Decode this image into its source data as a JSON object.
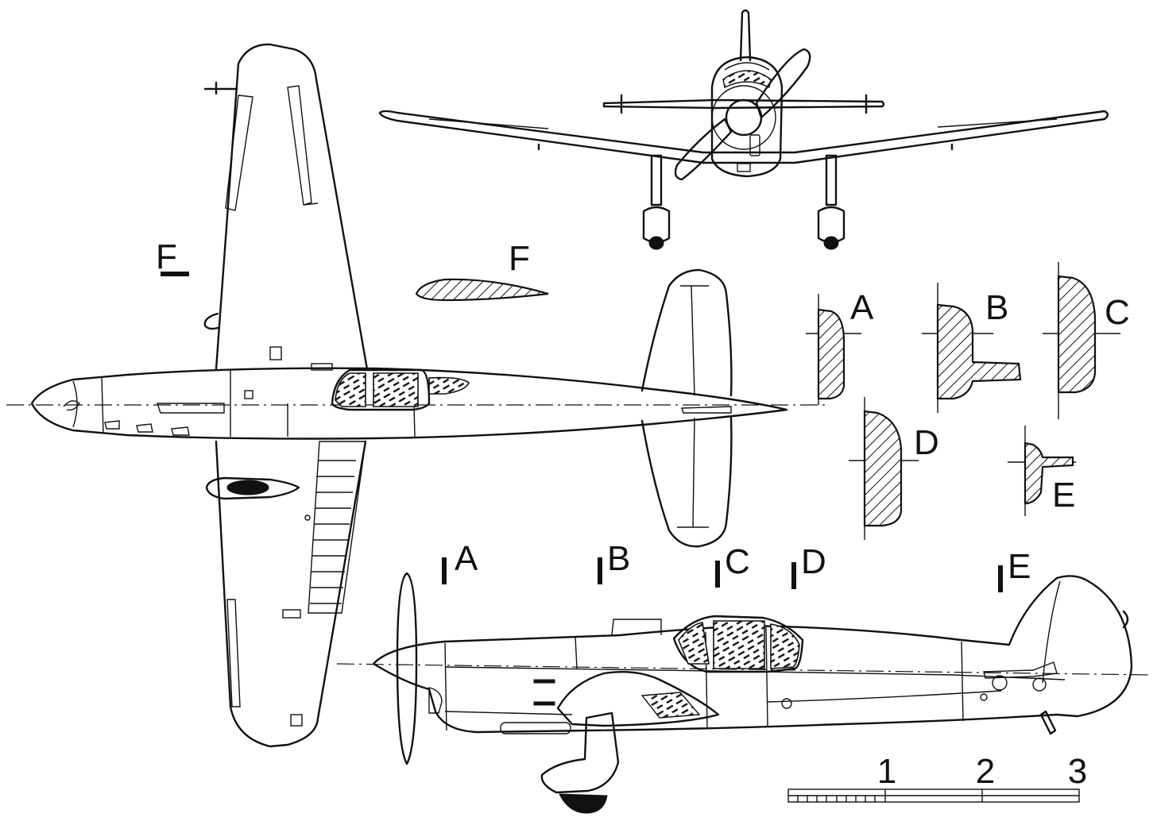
{
  "section_labels": {
    "F_plan": "F",
    "F_profile": "F",
    "A": "A",
    "B": "B",
    "C": "C",
    "D": "D",
    "E": "E"
  },
  "station_marks": {
    "A": "A",
    "B": "B",
    "C": "C",
    "D": "D",
    "E": "E"
  },
  "scale_bar": {
    "labels": [
      "1",
      "2",
      "3"
    ]
  }
}
